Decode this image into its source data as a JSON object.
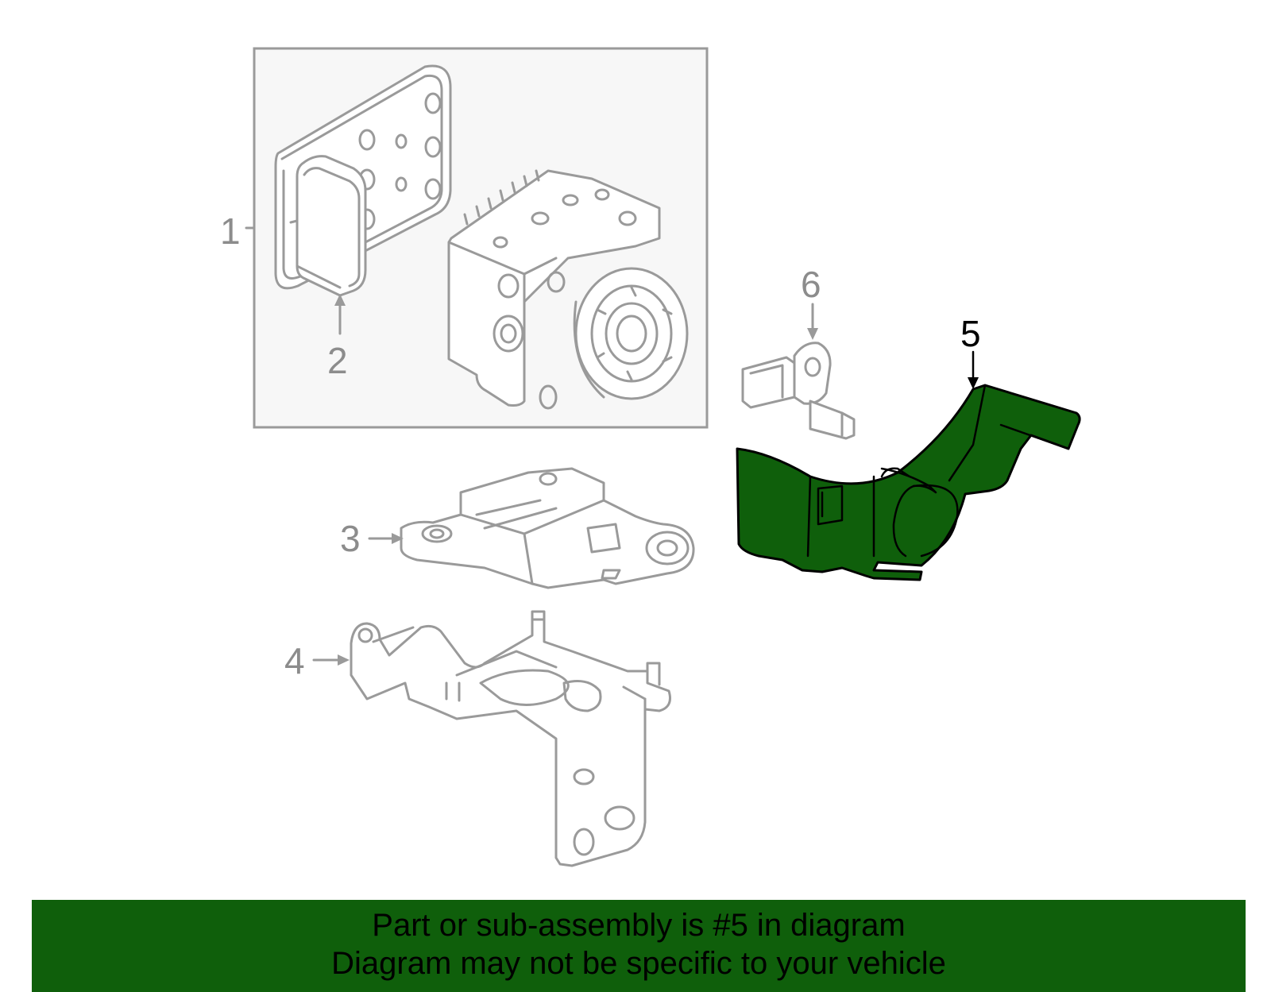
{
  "callouts": {
    "c1": "1",
    "c2": "2",
    "c3": "3",
    "c4": "4",
    "c5": "5",
    "c6": "6"
  },
  "highlight": {
    "part_number": "5",
    "color": "#0f5f0b"
  },
  "banner": {
    "line1": "Part or sub-assembly is #5 in diagram",
    "line2": "Diagram may not be specific to your vehicle",
    "background": "#0f5f0b"
  },
  "colors": {
    "part_outline": "#9a9a9a",
    "highlight_outline": "#000000",
    "assembly_box": "#f7f7f7"
  }
}
